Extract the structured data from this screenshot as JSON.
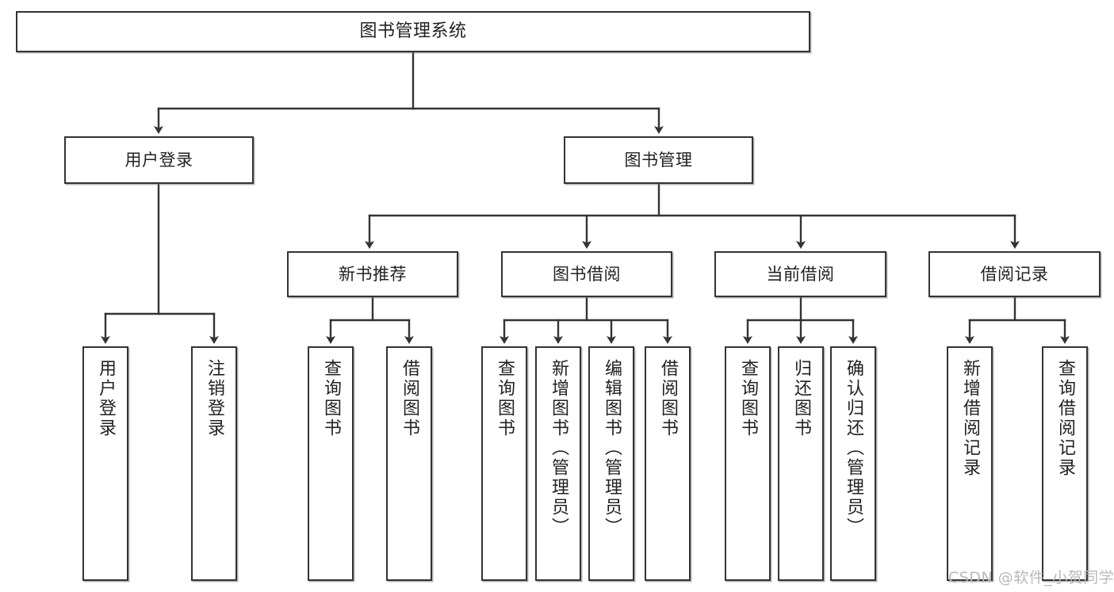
{
  "diagram": {
    "title": "图书管理系统",
    "type": "tree-hierarchy",
    "root": {
      "label": "图书管理系统"
    },
    "level2": [
      {
        "label": "用户登录"
      },
      {
        "label": "图书管理"
      }
    ],
    "level3": [
      {
        "label": "新书推荐"
      },
      {
        "label": "图书借阅"
      },
      {
        "label": "当前借阅"
      },
      {
        "label": "借阅记录"
      }
    ],
    "leaves": {
      "user_login": [
        {
          "label": "用户登录"
        },
        {
          "label": "注销登录"
        }
      ],
      "new_book_recommend": [
        {
          "label": "查询图书"
        },
        {
          "label": "借阅图书"
        }
      ],
      "book_borrow": [
        {
          "label": "查询图书"
        },
        {
          "label": "新增图书（管理员）"
        },
        {
          "label": "编辑图书（管理员）"
        },
        {
          "label": "借阅图书"
        }
      ],
      "current_borrow": [
        {
          "label": "查询图书"
        },
        {
          "label": "归还图书"
        },
        {
          "label": "确认归还（管理员）"
        }
      ],
      "borrow_record": [
        {
          "label": "新增借阅记录"
        },
        {
          "label": "查询借阅记录"
        }
      ]
    }
  },
  "watermark": {
    "text": "CSDN @软件_小贺同学"
  },
  "colors": {
    "box_border": "#333333",
    "box_fill": "#ffffff",
    "edge": "#333333",
    "text": "#222222",
    "watermark": "#b9b9b9",
    "background": "#ffffff"
  }
}
